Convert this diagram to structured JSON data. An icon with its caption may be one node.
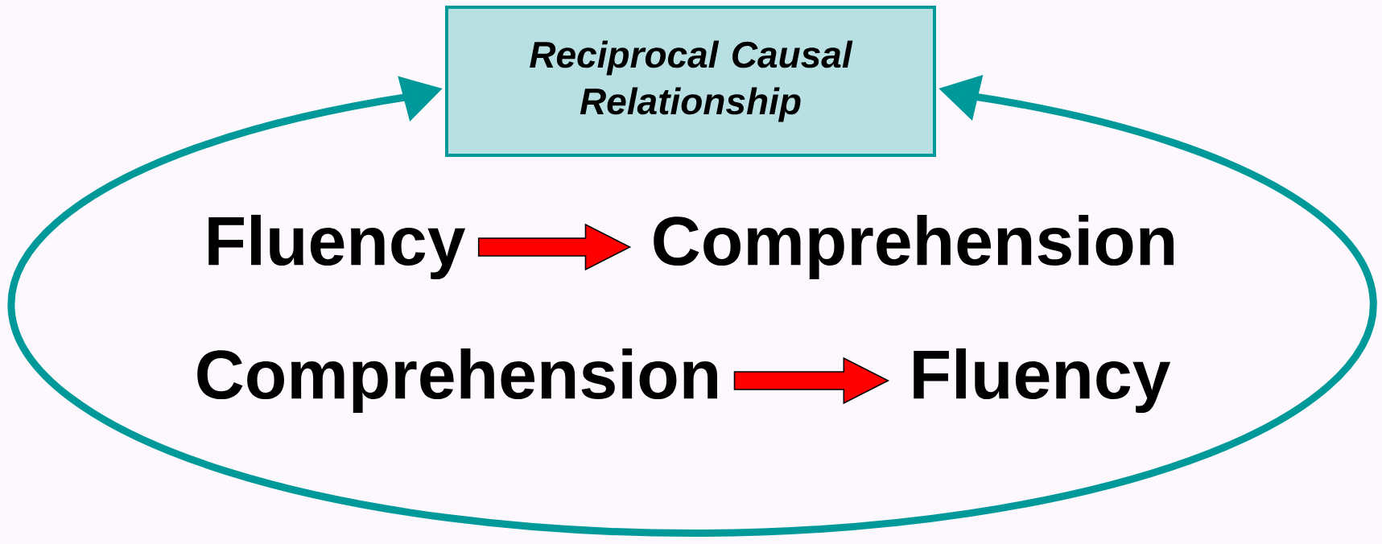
{
  "diagram": {
    "nodes": [
      {
        "text": [
          "Reciprocal Causal Relationship"
        ]
      },
      {
        "text": [
          "Fluency"
        ]
      },
      {
        "text": [
          "Comprehension"
        ]
      },
      {
        "text": [
          "Comprehension"
        ]
      },
      {
        "text": [
          "Fluency"
        ]
      }
    ],
    "edges": [
      {
        "from": 0,
        "to": 0,
        "arrow": "both",
        "color": "#009999"
      },
      {
        "from": 1,
        "to": 2,
        "arrow": "to",
        "color": "#ff0000"
      },
      {
        "from": 3,
        "to": 4,
        "arrow": "to",
        "color": "#ff0000"
      }
    ]
  }
}
